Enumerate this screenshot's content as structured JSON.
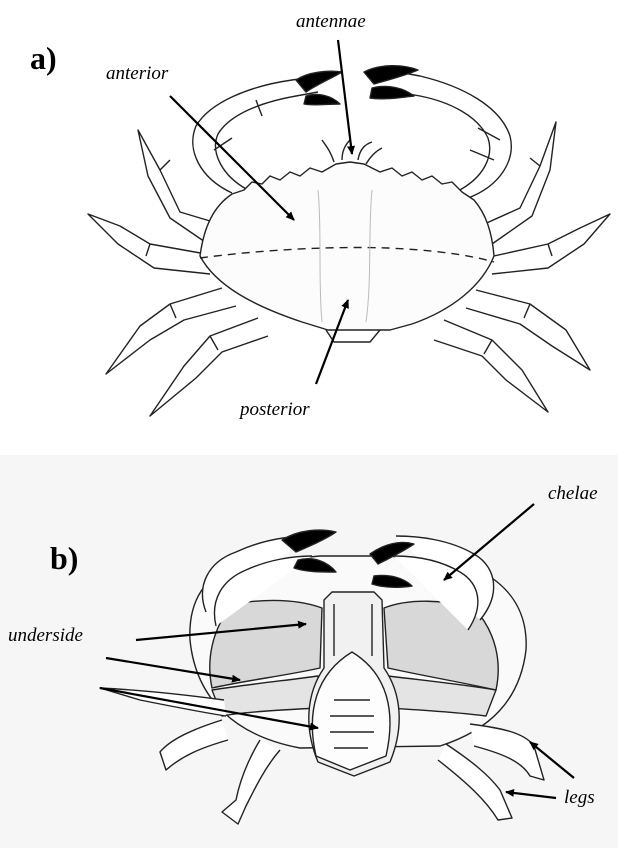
{
  "figure": {
    "panel_a": {
      "letter": "a)",
      "labels": {
        "antennae": "antennae",
        "anterior": "anterior",
        "posterior": "posterior"
      }
    },
    "panel_b": {
      "letter": "b)",
      "labels": {
        "chelae": "chelae",
        "underside": "underside",
        "legs": "legs"
      }
    }
  }
}
